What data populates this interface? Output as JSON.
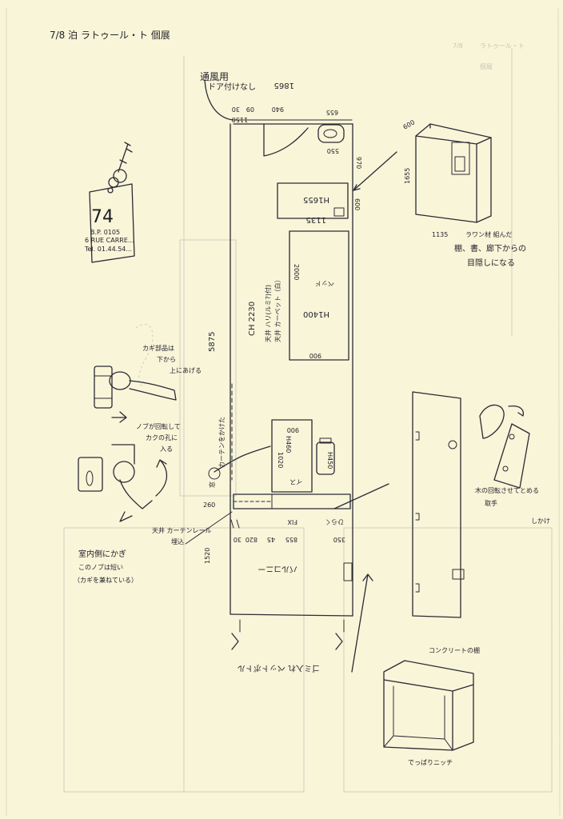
{
  "header": {
    "title": "7/8 泊 ラトゥール・ト 個展"
  },
  "faint_mirror": {
    "date": "7/8",
    "line1": "ラトゥール・ト",
    "line2": "個展"
  },
  "key_tag": {
    "number": "74",
    "line1": "B.P. 0105",
    "line2": "6 RUE CARRE...",
    "line3": "Tel. 01.44.54..."
  },
  "plan": {
    "entry_label_1": "通風用",
    "entry_label_2": "ドア付けなし",
    "dim_top_total": "1865",
    "dim_940": "940",
    "dim_655": "655",
    "dim_09": "09",
    "dim_30": "30",
    "dim_1150": "1150",
    "dim_550": "550",
    "dim_970": "970",
    "dim_600": "600",
    "shelf_label": "H1655",
    "shelf_width": "1135",
    "desk_label": "H1400",
    "dim_2000": "2000",
    "dim_900": "900",
    "bed_text_1": "ベッド",
    "ch_label": "CH 2230",
    "ceiling_note_1": "天井 ハリ(ルミ?)付)",
    "ceiling_note_2": "天井 カーペット（白）",
    "dim_5875": "5875",
    "dim_1020": "1020",
    "dim_900b": "900",
    "dim_h460": "H460",
    "dim_h450": "H450",
    "chair_label": "イス",
    "curtain_label": "カーテンをかけた",
    "window_label": "窓",
    "dim_260": "260",
    "dim_fix": "FIX",
    "dim_open": "ひらく",
    "dim_350": "350",
    "dim_855": "855",
    "dim_45": "45",
    "dim_820": "820",
    "dim_30b": "30",
    "dim_1520": "1520",
    "balcony_label": "バルコニー",
    "bottom_note": "ゴミ入れ ペットボトル"
  },
  "notes": {
    "lock_1": "カギ部品は",
    "lock_2": "下から",
    "lock_3": "上にあげる",
    "knob_1": "ノブが回転して",
    "knob_2": "カクの孔に",
    "knob_3": "入る",
    "indoor_1": "室内側にかぎ",
    "indoor_2": "このノブは短い",
    "indoor_3": "（カギを兼ねている）",
    "ceiling_rail_1": "天井 カーテンレール",
    "ceiling_rail_2": "埋込",
    "shelf_note_1": "ラワン材 組んだ",
    "shelf_note_2": "棚、書、廊下からの",
    "shelf_note_3": "目隠しになる",
    "door_note_1": "木の回転させてとめる",
    "door_note_2": "取手",
    "door_note_3": "しかけ",
    "concrete_label": "コンクリートの棚",
    "concrete_note": "でっぱりニッチ",
    "dim_1655": "1655",
    "dim_1135": "1135",
    "dim_600_cab": "600"
  }
}
